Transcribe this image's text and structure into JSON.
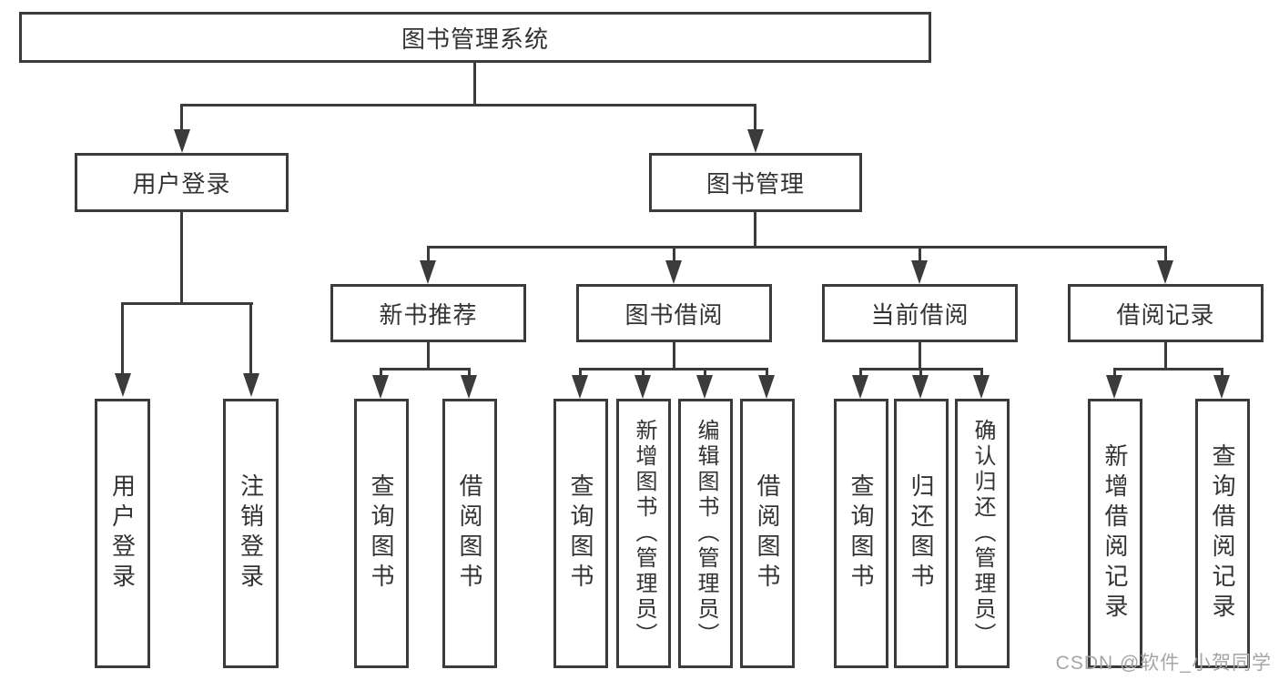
{
  "root": {
    "label": "图书管理系统"
  },
  "level2": [
    {
      "id": "user-login",
      "label": "用户登录"
    },
    {
      "id": "book-management",
      "label": "图书管理"
    }
  ],
  "level3": [
    {
      "id": "new-book-recommend",
      "parent": "图书管理",
      "label": "新书推荐"
    },
    {
      "id": "book-borrowing",
      "parent": "图书管理",
      "label": "图书借阅"
    },
    {
      "id": "current-borrowing",
      "parent": "图书管理",
      "label": "当前借阅"
    },
    {
      "id": "borrowing-records",
      "parent": "图书管理",
      "label": "借阅记录"
    }
  ],
  "leaves": [
    {
      "group": "用户登录",
      "label": "用户登录"
    },
    {
      "group": "用户登录",
      "label": "注销登录"
    },
    {
      "group": "新书推荐",
      "label": "查询图书"
    },
    {
      "group": "新书推荐",
      "label": "借阅图书"
    },
    {
      "group": "图书借阅",
      "label": "查询图书"
    },
    {
      "group": "图书借阅",
      "label": "新增图书（管理员）"
    },
    {
      "group": "图书借阅",
      "label": "编辑图书（管理员）"
    },
    {
      "group": "图书借阅",
      "label": "借阅图书"
    },
    {
      "group": "当前借阅",
      "label": "查询图书"
    },
    {
      "group": "当前借阅",
      "label": "归还图书"
    },
    {
      "group": "当前借阅",
      "label": "确认归还（管理员）"
    },
    {
      "group": "借阅记录",
      "label": "新增借阅记录"
    },
    {
      "group": "借阅记录",
      "label": "查询借阅记录"
    }
  ],
  "watermark": {
    "text": "CSDN @软件_小贺同学"
  },
  "colors": {
    "line": "#3b3b3b",
    "text": "#333333",
    "watermark": "#a5a5a5",
    "background": "#ffffff"
  }
}
